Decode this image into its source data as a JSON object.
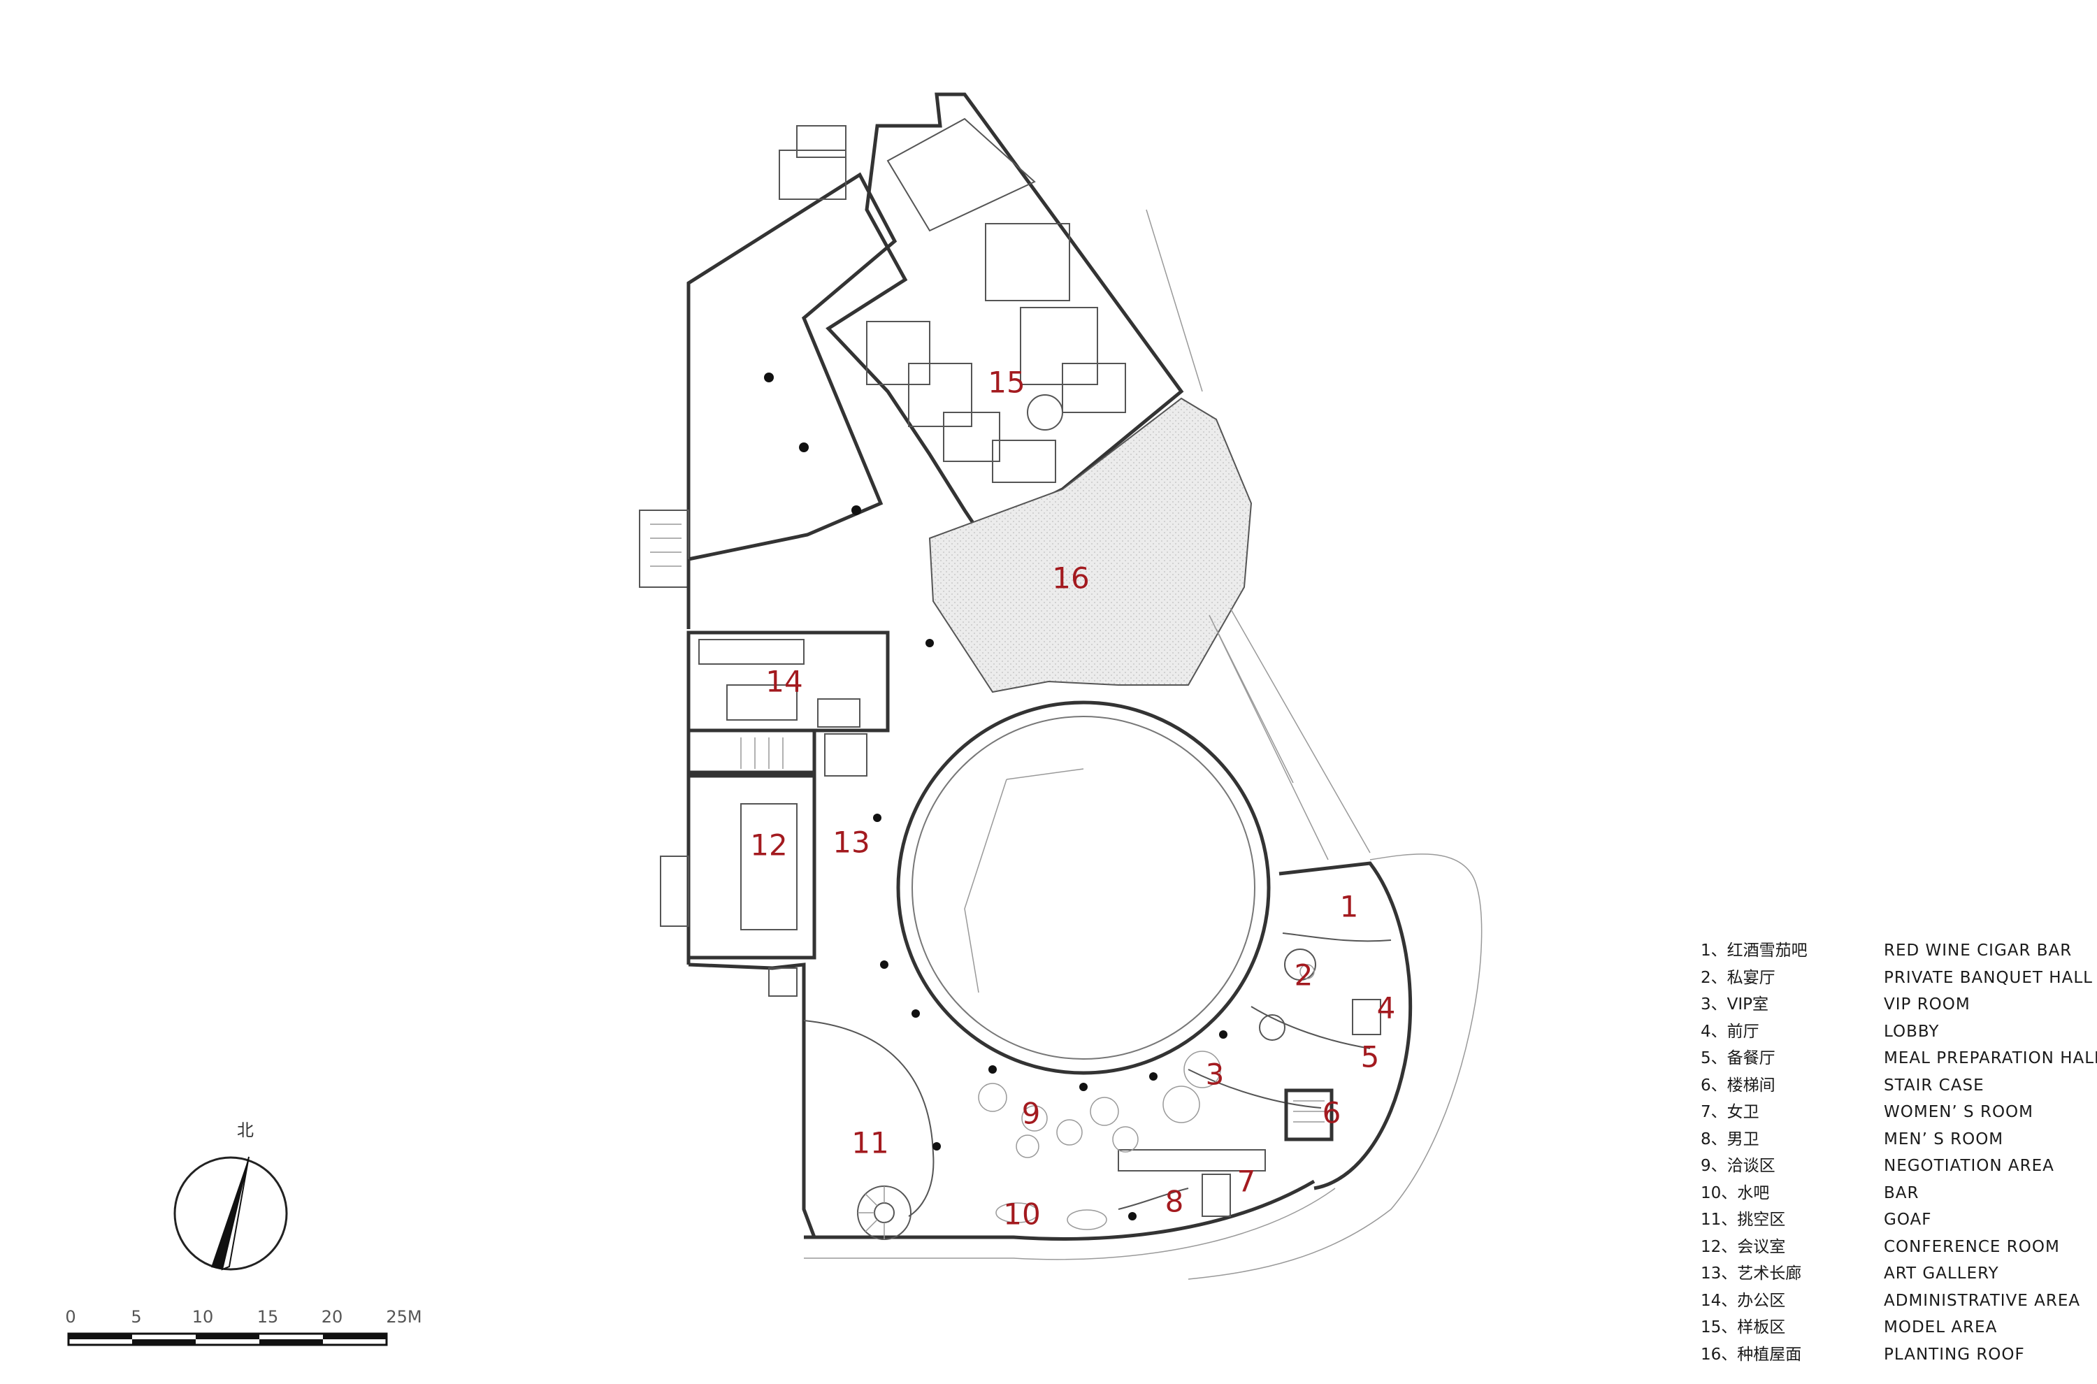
{
  "rooms": [
    {
      "num": "1"
    },
    {
      "num": "2"
    },
    {
      "num": "3"
    },
    {
      "num": "4"
    },
    {
      "num": "5"
    },
    {
      "num": "6"
    },
    {
      "num": "7"
    },
    {
      "num": "8"
    },
    {
      "num": "9"
    },
    {
      "num": "10"
    },
    {
      "num": "11"
    },
    {
      "num": "12"
    },
    {
      "num": "13"
    },
    {
      "num": "14"
    },
    {
      "num": "15"
    },
    {
      "num": "16"
    }
  ],
  "legend": [
    {
      "num": "1、红酒雪茄吧",
      "en": "RED  WINE  CIGAR  BAR"
    },
    {
      "num": "2、私宴厅",
      "en": "PRIVATE  BANQUET  HALL"
    },
    {
      "num": "3、VIP室",
      "en": "VIP  ROOM"
    },
    {
      "num": "4、前厅",
      "en": "LOBBY"
    },
    {
      "num": "5、备餐厅",
      "en": "MEAL  PREPARATION  HALL"
    },
    {
      "num": "6、楼梯间",
      "en": "STAIR  CASE"
    },
    {
      "num": "7、女卫",
      "en": "WOMEN’ S  ROOM"
    },
    {
      "num": "8、男卫",
      "en": "MEN’ S  ROOM"
    },
    {
      "num": "9、洽谈区",
      "en": "NEGOTIATION  AREA"
    },
    {
      "num": "10、水吧",
      "en": "BAR"
    },
    {
      "num": "11、挑空区",
      "en": "GOAF"
    },
    {
      "num": "12、会议室",
      "en": "CONFERENCE  ROOM"
    },
    {
      "num": "13、艺术长廊",
      "en": "ART  GALLERY"
    },
    {
      "num": "14、办公区",
      "en": "ADMINISTRATIVE  AREA"
    },
    {
      "num": "15、样板区",
      "en": "MODEL  AREA"
    },
    {
      "num": "16、种植屋面",
      "en": "PLANTING  ROOF"
    }
  ],
  "north": {
    "label": "北"
  },
  "scale": {
    "ticks": [
      "0",
      "5",
      "10",
      "15",
      "20",
      "25M"
    ]
  },
  "colors": {
    "room_number": "#a31a1f",
    "line": "#333333"
  }
}
